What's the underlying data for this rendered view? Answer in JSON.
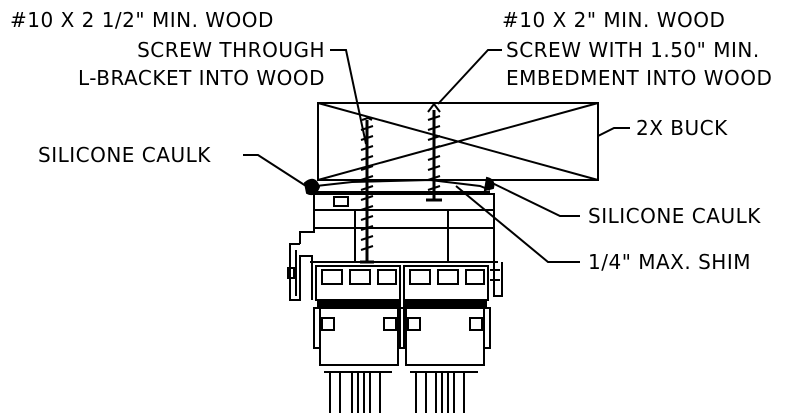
{
  "diagram": {
    "labels": {
      "screw_left": {
        "line1": "#10 X 2 1/2\" MIN. WOOD",
        "line2": "SCREW THROUGH",
        "line3": "L-BRACKET INTO WOOD"
      },
      "screw_right": {
        "line1": "#10 X 2\" MIN. WOOD",
        "line2": "SCREW WITH 1.50\" MIN.",
        "line3": "EMBEDMENT INTO WOOD"
      },
      "caulk_left": "SILICONE CAULK",
      "buck": "2X BUCK",
      "caulk_right": "SILICONE CAULK",
      "shim": "1/4\" MAX. SHIM"
    },
    "colors": {
      "line": "#000000",
      "background": "#ffffff"
    }
  }
}
